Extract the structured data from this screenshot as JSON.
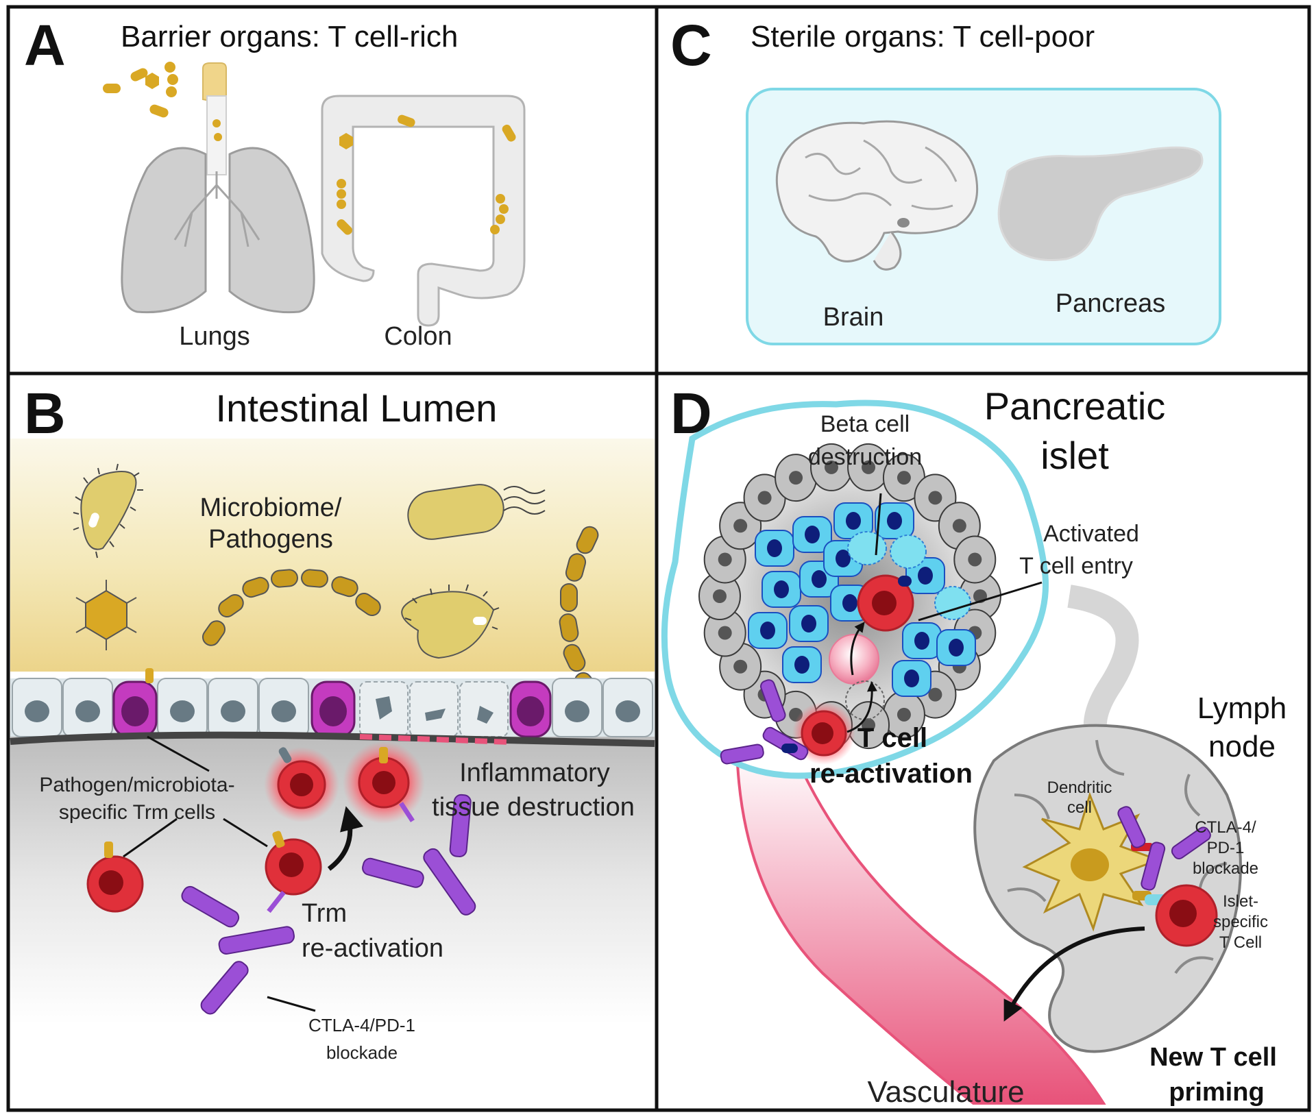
{
  "panels": {
    "a": {
      "letter": "A",
      "title": "Barrier organs: T cell-rich",
      "labels": {
        "lungs": "Lungs",
        "colon": "Colon"
      }
    },
    "b": {
      "letter": "B",
      "title": "Intestinal Lumen",
      "labels": {
        "microbiome_1": "Microbiome/",
        "microbiome_2": "Pathogens",
        "trm_1": "Pathogen/microbiota-",
        "trm_2": "specific Trm cells",
        "inflam_1": "Inflammatory",
        "inflam_2": "tissue destruction",
        "trm_react_1": "Trm",
        "trm_react_2": "re-activation",
        "blockade_1": "CTLA-4/PD-1",
        "blockade_2": "blockade"
      }
    },
    "c": {
      "letter": "C",
      "title": "Sterile organs: T cell-poor",
      "labels": {
        "brain": "Brain",
        "pancreas": "Pancreas"
      }
    },
    "d": {
      "letter": "D",
      "title_1": "Pancreatic",
      "title_2": "islet",
      "labels": {
        "beta_1": "Beta cell",
        "beta_2": "destruction",
        "activated_1": "Activated",
        "activated_2": "T cell entry",
        "tcell_react_1": "T cell",
        "tcell_react_2": "re-activation",
        "lymph_1": "Lymph",
        "lymph_2": "node",
        "dendritic_1": "Dendritic",
        "dendritic_2": "cell",
        "blockade_1": "CTLA-4/",
        "blockade_2": "PD-1",
        "blockade_3": "blockade",
        "islet_t_1": "Islet-",
        "islet_t_2": "specific",
        "islet_t_3": "T Cell",
        "priming_1": "New T cell",
        "priming_2": "priming",
        "vasculature": "Vasculature"
      }
    }
  },
  "colors": {
    "border": "#111111",
    "microbe_gold": "#d9a824",
    "microbe_fill": "#e6d27a",
    "t_cell_red": "#e0303a",
    "antibody_purple": "#9b4fd6",
    "magenta_cell": "#c43bbf",
    "islet_cyan": "#7fd8e6",
    "beta_cell": "#5fd0ef",
    "vessel_pink": "#e8537a"
  }
}
